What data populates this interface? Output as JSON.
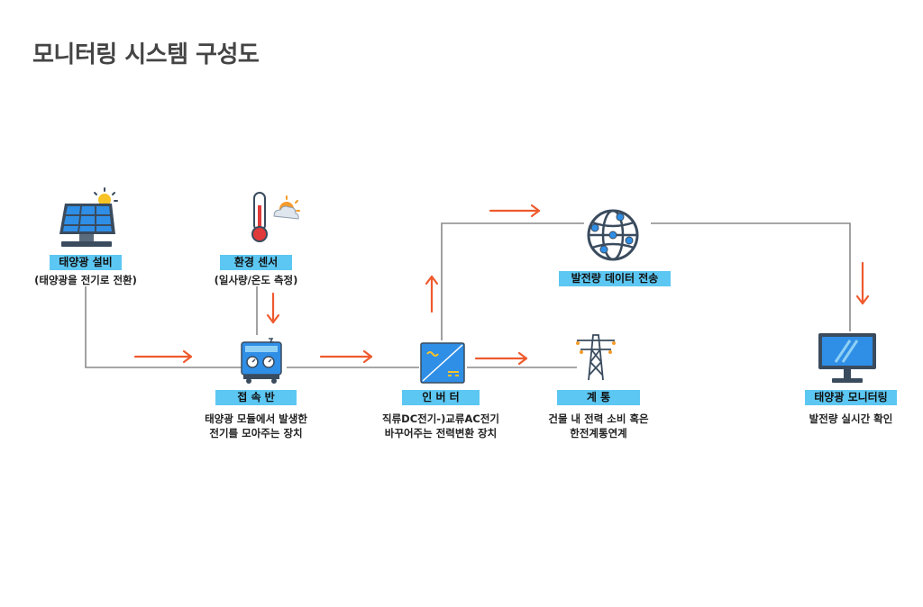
{
  "title": "모니터링 시스템 구성도",
  "nodes": {
    "solar": {
      "label": "태양광 설비",
      "desc": [
        "(태양광을 전기로 전환)"
      ]
    },
    "sensor": {
      "label": "환경 센서",
      "desc": [
        "(일사량/온도 측정)"
      ]
    },
    "junction": {
      "label": "접 속 반",
      "desc": [
        "태양광 모듈에서 발생한",
        "전기를 모아주는 장치"
      ]
    },
    "inverter": {
      "label": "인 버 터",
      "desc": [
        "직류DC전기-)교류AC전기",
        "바꾸어주는 전력변환 장치"
      ]
    },
    "grid": {
      "label": "계 통",
      "desc": [
        "건물 내 전력 소비 혹은",
        "한전계통연계"
      ]
    },
    "data": {
      "label": "발전량 데이터 전송",
      "desc": []
    },
    "monitor": {
      "label": "태양광 모니터링",
      "desc": [
        "발전량 실시간 확인"
      ]
    }
  },
  "colors": {
    "accent": "#5cc7f2",
    "arrow": "#ee5a2e",
    "line": "#8a8a8a",
    "icon_blue": "#2f8ee6",
    "icon_dark": "#3a4b5e"
  }
}
